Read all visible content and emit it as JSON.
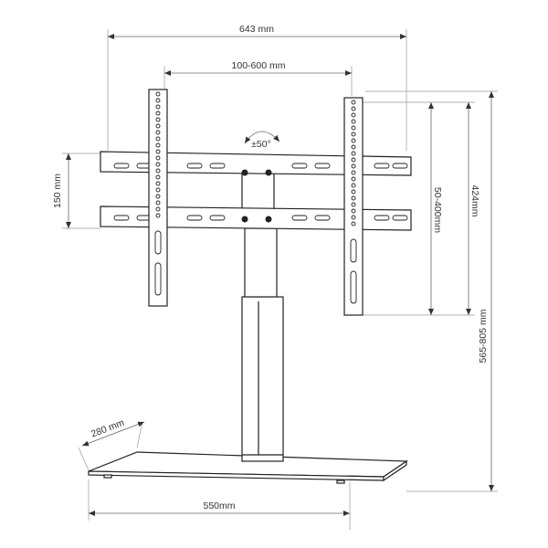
{
  "title": "TV stand dimension diagram",
  "dimensions": {
    "overall_width": "643 mm",
    "vesa_horizontal": "100-600 mm",
    "tilt": "±50°",
    "plate_height": "150 mm",
    "vesa_vertical": "50-400mm",
    "bracket_height": "424mm",
    "total_height": "565-805 mm",
    "base_depth": "280 mm",
    "base_width": "550mm"
  },
  "colors": {
    "line": "#222222",
    "dimension": "#666666",
    "text": "#333333"
  }
}
